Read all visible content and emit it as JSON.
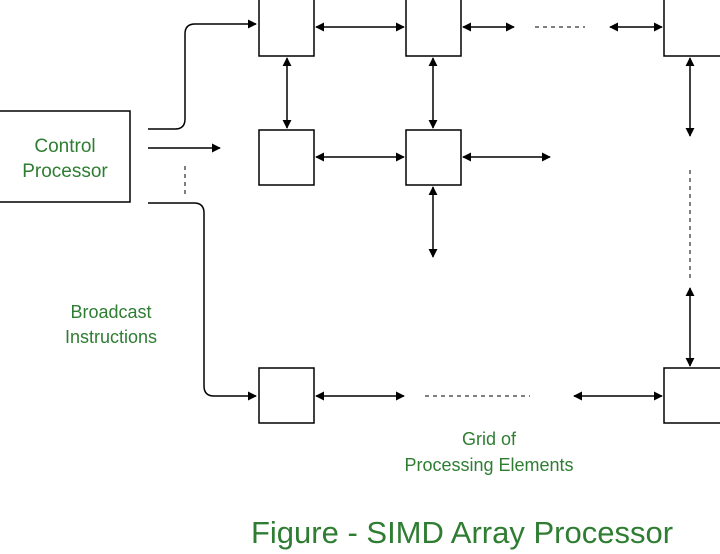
{
  "colors": {
    "label_green": "#2e7d32",
    "caption_green": "#2e7d32",
    "line": "#000000",
    "dashed": "#555555"
  },
  "control_processor": {
    "line1": "Control",
    "line2": "Processor"
  },
  "broadcast_label": {
    "line1": "Broadcast",
    "line2": "Instructions"
  },
  "grid_label": {
    "line1": "Grid of",
    "line2": "Processing Elements"
  },
  "caption": "Figure - SIMD Array Processor"
}
